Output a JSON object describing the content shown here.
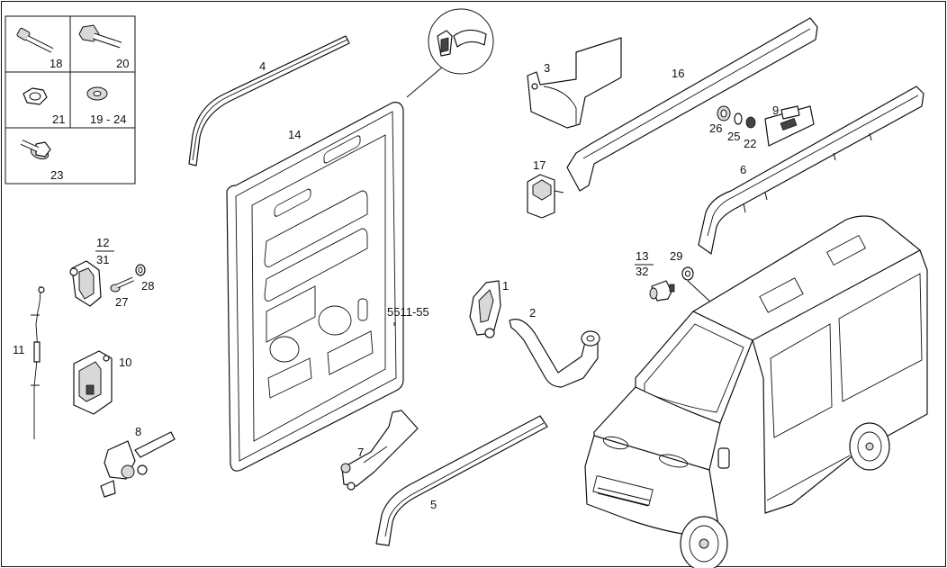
{
  "legend_box": {
    "cells": [
      {
        "label": "18",
        "icon": "bolt-icon"
      },
      {
        "label": "20",
        "icon": "bolt-icon"
      },
      {
        "label": "21",
        "icon": "nut-icon"
      },
      {
        "label": "19 - 24",
        "icon": "washer-icon"
      },
      {
        "label": "23",
        "icon": "flange-bolt-icon"
      }
    ]
  },
  "callouts": {
    "p1": "1",
    "p2": "2",
    "p3": "3",
    "p4": "4",
    "p5": "5",
    "p6": "6",
    "p7": "7",
    "p8": "8",
    "p9": "9",
    "p10": "10",
    "p11": "11",
    "p12": "12",
    "p31": "31",
    "p13": "13",
    "p32": "32",
    "p14": "14",
    "p16": "16",
    "p17": "17",
    "p22": "22",
    "p25": "25",
    "p26": "26",
    "p27": "27",
    "p28": "28",
    "p29": "29",
    "ref": "5511-55"
  }
}
